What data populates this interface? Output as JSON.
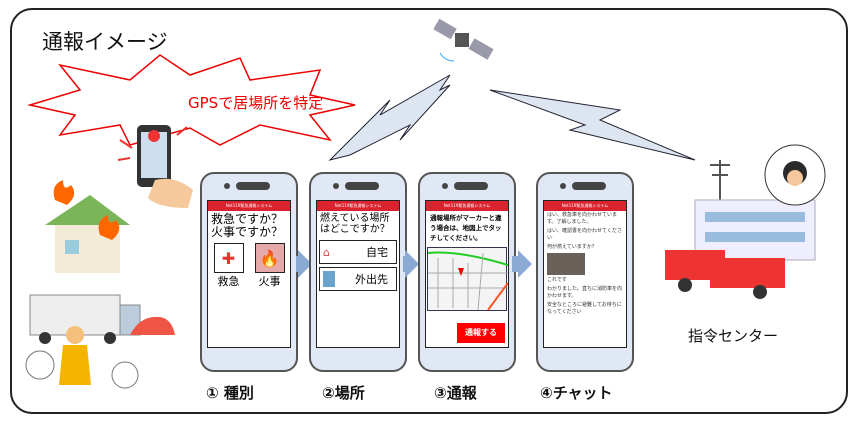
{
  "title": "通報イメージ",
  "gps_label": "GPSで居場所を特定",
  "app_header": "Net119緊急通報システム",
  "phone1": {
    "question": "救急ですか？火事ですか？",
    "options": [
      "救急",
      "火事"
    ]
  },
  "phone2": {
    "question": "燃えている場所はどこですか？",
    "options": [
      "自宅",
      "外出先"
    ]
  },
  "phone3": {
    "instruction": "通報場所がマーカーと違う場合は、地図上でタッチしてください。",
    "button": "通報する"
  },
  "phone4": {
    "messages": [
      "はい、救急車を向かわせています。了解しました。",
      "はい、確認書を向かわせてください",
      "何が燃えていますか？",
      "これです",
      "わかりました。直ちに消防車を向かわせます。",
      "安全なところに避難してお待ちになってください"
    ]
  },
  "steps": [
    "① 種別",
    "②場所",
    "③通報",
    "④チャット"
  ],
  "center_label": "指令センター",
  "colors": {
    "accent": "#d9232e",
    "arrow": "#8aaad3"
  }
}
